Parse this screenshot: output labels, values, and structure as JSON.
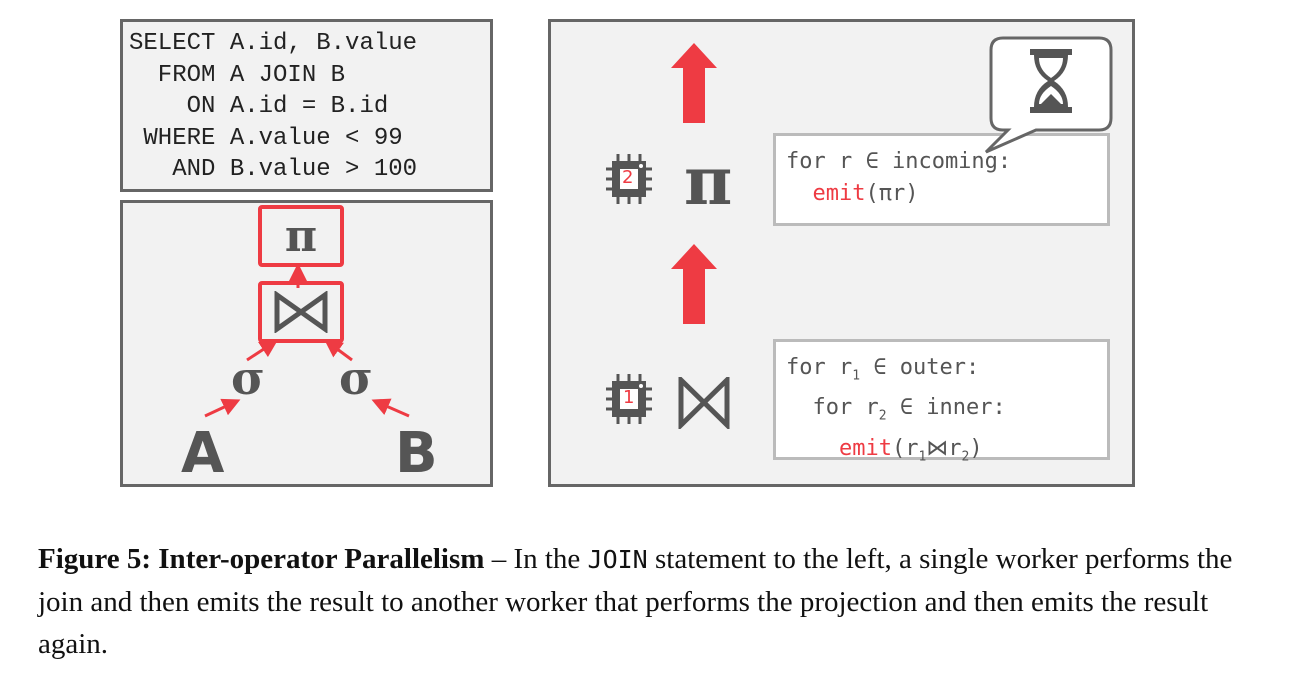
{
  "sql": {
    "lines": [
      "SELECT A.id, B.value",
      "  FROM A JOIN B",
      "    ON A.id = B.id",
      " WHERE A.value < 99",
      "   AND B.value > 100"
    ]
  },
  "tree": {
    "projection": "π",
    "join": "⋈",
    "select_left": "σ",
    "select_right": "σ",
    "relation_a": "A",
    "relation_b": "B"
  },
  "workers": [
    {
      "chip": "2",
      "operator": "π",
      "code": {
        "l1": "for r ∈ incoming:",
        "emit": "emit",
        "l2_rest": "(πr)"
      }
    },
    {
      "chip": "1",
      "operator": "⋈",
      "code": {
        "l1a": "for r",
        "l1sub": "1",
        "l1b": " ∈ outer:",
        "l2a": "  for r",
        "l2sub": "2",
        "l2b": " ∈ inner:",
        "emit": "emit",
        "l3a": "(r",
        "l3sub1": "1",
        "l3mid": "⋈r",
        "l3sub2": "2",
        "l3end": ")"
      }
    }
  ],
  "caption": {
    "label": "Figure 5: Inter-operator Parallelism",
    "dash": " – In the ",
    "keyword": "JOIN",
    "text": " statement to the left, a single worker performs the join and then emits the result to another worker that performs the projection and then emits the result again."
  },
  "colors": {
    "accent": "#ee3b43",
    "icon": "#555555",
    "panel": "#f2f2f2"
  }
}
